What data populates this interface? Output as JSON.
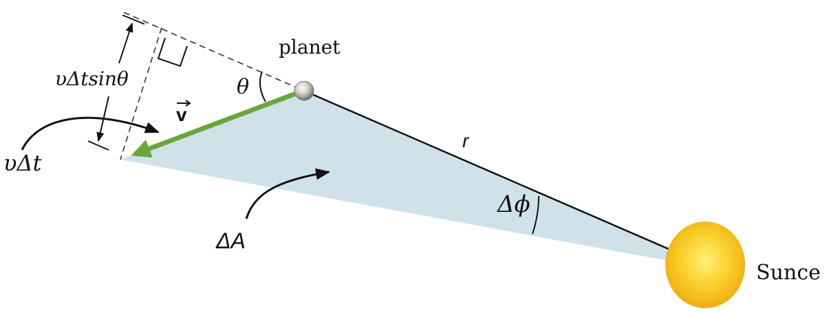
{
  "labels": {
    "planet": "planet",
    "sun": "Sunce",
    "theta": "θ",
    "velocity": "v",
    "radius": "r",
    "delta_phi": "Δϕ",
    "delta_area": "ΔA",
    "v_dt_sin_theta": "υΔtsinθ",
    "v_dt": "υΔt"
  },
  "colors": {
    "swept_area": "#cfe2ea",
    "velocity_vector": "#6aa63a",
    "sun_fill": "#f6c21a",
    "sun_core": "#fbe44a",
    "planet_fill": "#c9c6bd",
    "line": "#111111"
  }
}
